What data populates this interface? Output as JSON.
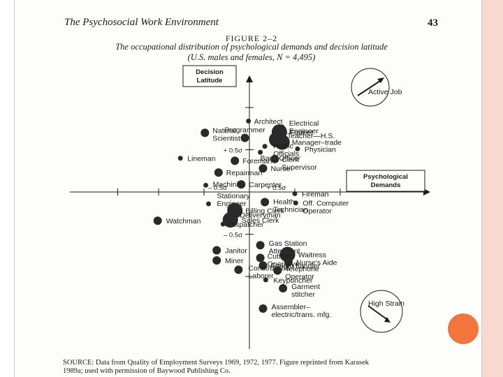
{
  "header": {
    "title": "The Psychosocial Work Environment",
    "page_number": "43"
  },
  "figure": {
    "label": "FIGURE 2–2",
    "caption_line1": "The occupational distribution of psychological demands and decision latitude",
    "caption_line2": "(U.S. males and females, N = 4,495)"
  },
  "source_line1": "SOURCE: Data from Quality of Employment Surveys 1969, 1972, 1977. Figure reprinted from Karasek",
  "source_line2": "1989a; used with permission of Baywood Publishing Co.",
  "colors": {
    "dot": "#2a2a2a",
    "accent": "#f2763b",
    "frame": "#f6d9cf"
  },
  "chart_data": {
    "type": "scatter",
    "xlabel": "Psychological Demands",
    "ylabel": "Decision Latitude",
    "tick_labels": {
      "x_pos": "+ 0.5σ",
      "x_neg": "– 0.5σ",
      "y_pos": "+ 0.5σ",
      "y_neg": "– 0.5σ"
    },
    "quadrant_labels": [
      "Active Job",
      "High Strain"
    ],
    "points": [
      {
        "label": "Architect",
        "x": -0.01,
        "y": 0.84,
        "size": "small"
      },
      {
        "label": "Electrical Engineer",
        "x": 0.36,
        "y": 0.77,
        "size": "small"
      },
      {
        "label": "Natural Scientist",
        "x": -0.49,
        "y": 0.7,
        "size": "medium"
      },
      {
        "label": "Programmer",
        "x": -0.05,
        "y": 0.64,
        "size": "medium"
      },
      {
        "label": "Farmer",
        "x": 0.33,
        "y": 0.71,
        "size": "large"
      },
      {
        "label": "Teacher—H.S.",
        "x": 0.3,
        "y": 0.62,
        "size": "large"
      },
      {
        "label": "Manager–trade",
        "x": 0.36,
        "y": 0.59,
        "size": "large"
      },
      {
        "label": "Public Officials",
        "x": 0.17,
        "y": 0.54,
        "size": "small"
      },
      {
        "label": "Physician",
        "x": 0.53,
        "y": 0.51,
        "size": "small"
      },
      {
        "label": "Bank Officer",
        "x": 0.12,
        "y": 0.47,
        "size": "small"
      },
      {
        "label": "Lineman",
        "x": -0.76,
        "y": 0.4,
        "size": "small"
      },
      {
        "label": "Foreman",
        "x": -0.16,
        "y": 0.37,
        "size": "medium"
      },
      {
        "label": "Clerk Supervisor",
        "x": 0.28,
        "y": 0.39,
        "size": "medium"
      },
      {
        "label": "Nurse",
        "x": 0.15,
        "y": 0.28,
        "size": "medium"
      },
      {
        "label": "Repairman",
        "x": -0.34,
        "y": 0.23,
        "size": "medium"
      },
      {
        "label": "Machinist",
        "x": -0.48,
        "y": 0.08,
        "size": "small"
      },
      {
        "label": "Carpenter",
        "x": -0.09,
        "y": 0.09,
        "size": "medium"
      },
      {
        "label": "Fireman",
        "x": 0.5,
        "y": -0.02,
        "size": "small"
      },
      {
        "label": "Stationary Engineer",
        "x": -0.45,
        "y": -0.14,
        "size": "small"
      },
      {
        "label": "Health Technician",
        "x": 0.17,
        "y": -0.12,
        "size": "medium"
      },
      {
        "label": "Off. Computer Operator",
        "x": 0.51,
        "y": -0.13,
        "size": "small"
      },
      {
        "label": "Billing Clerk",
        "x": -0.16,
        "y": -0.22,
        "size": "large"
      },
      {
        "label": "Deliveryman",
        "x": -0.19,
        "y": -0.27,
        "size": "medium"
      },
      {
        "label": "Sales Clerk",
        "x": -0.21,
        "y": -0.33,
        "size": "large"
      },
      {
        "label": "Dispatcher",
        "x": -0.29,
        "y": -0.38,
        "size": "small"
      },
      {
        "label": "Watchman",
        "x": -1.01,
        "y": -0.34,
        "size": "medium"
      },
      {
        "label": "Gas Station Attendant",
        "x": 0.12,
        "y": -0.63,
        "size": "medium"
      },
      {
        "label": "Janitor",
        "x": -0.36,
        "y": -0.69,
        "size": "medium"
      },
      {
        "label": "Waitress",
        "x": 0.42,
        "y": -0.74,
        "size": "large"
      },
      {
        "label": "Cutting Operative",
        "x": 0.12,
        "y": -0.78,
        "size": "medium"
      },
      {
        "label": "Miner",
        "x": -0.36,
        "y": -0.81,
        "size": "medium"
      },
      {
        "label": "Nurse's Aide",
        "x": 0.43,
        "y": -0.83,
        "size": "medium"
      },
      {
        "label": "Freight handler",
        "x": 0.15,
        "y": -0.87,
        "size": "medium"
      },
      {
        "label": "Construction Laborer",
        "x": -0.12,
        "y": -0.92,
        "size": "medium"
      },
      {
        "label": "Telephone Operator",
        "x": 0.31,
        "y": -0.93,
        "size": "medium"
      },
      {
        "label": "Keypuncher",
        "x": 0.18,
        "y": -1.04,
        "size": "small"
      },
      {
        "label": "Garment stitcher",
        "x": 0.37,
        "y": -1.14,
        "size": "medium"
      },
      {
        "label": "Assembler–electric/trans. mfg.",
        "x": 0.15,
        "y": -1.38,
        "size": "medium"
      }
    ]
  }
}
